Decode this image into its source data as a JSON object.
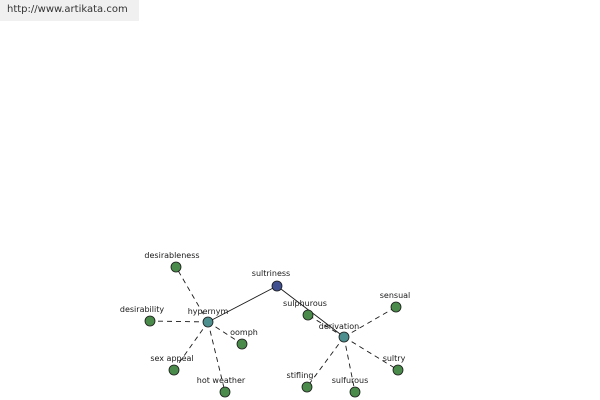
{
  "url": "http://www.artikata.com",
  "colors": {
    "root": "#3f4f8f",
    "relation": "#4d8f8f",
    "leaf": "#4a8a4a",
    "outline": "#1a1a1a",
    "dashed_edge": "#1a1a1a",
    "solid_edge": "#1a1a1a"
  },
  "graph": {
    "root": {
      "id": "root",
      "label": "sultriness"
    },
    "relations": [
      {
        "id": "rel-hypernym",
        "label": "hypernym"
      },
      {
        "id": "rel-derivation",
        "label": "derivation"
      }
    ],
    "leaves": [
      {
        "id": "desirableness",
        "label": "desirableness",
        "parent": "rel-hypernym"
      },
      {
        "id": "desirability",
        "label": "desirability",
        "parent": "rel-hypernym"
      },
      {
        "id": "sex-appeal",
        "label": "sex appeal",
        "parent": "rel-hypernym"
      },
      {
        "id": "hot-weather",
        "label": "hot weather",
        "parent": "rel-hypernym"
      },
      {
        "id": "oomph",
        "label": "oomph",
        "parent": "rel-hypernym"
      },
      {
        "id": "sulphurous",
        "label": "sulphurous",
        "parent": "rel-derivation"
      },
      {
        "id": "sensual",
        "label": "sensual",
        "parent": "rel-derivation"
      },
      {
        "id": "sultry",
        "label": "sultry",
        "parent": "rel-derivation"
      },
      {
        "id": "stifling",
        "label": "stifling",
        "parent": "rel-derivation"
      },
      {
        "id": "sulfurous",
        "label": "sulfurous",
        "parent": "rel-derivation"
      }
    ]
  }
}
